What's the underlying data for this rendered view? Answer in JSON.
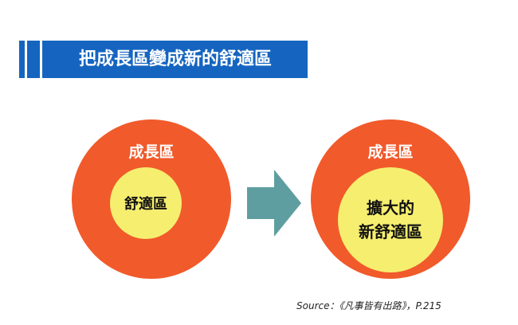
{
  "title": "把成長區變成新的舒適區",
  "left_diagram": {
    "outer_label": "成長區",
    "inner_label": "舒適區"
  },
  "right_diagram": {
    "outer_label": "成長區",
    "inner_line1": "擴大的",
    "inner_line2": "新舒適區"
  },
  "source": "Source：《凡事皆有出路》，P.215",
  "colors": {
    "title_bar": "#1565c0",
    "outer_circle": "#f15a2b",
    "inner_circle": "#f6ee6f",
    "arrow": "#5f9ea0"
  }
}
